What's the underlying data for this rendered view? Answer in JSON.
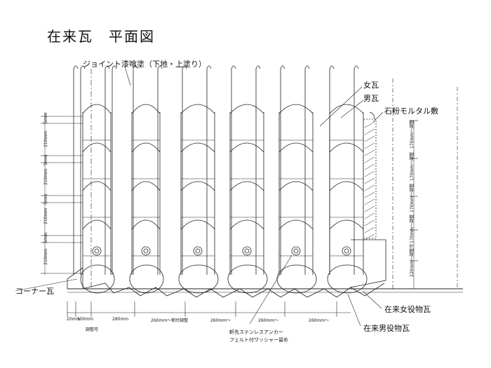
{
  "title": "在来瓦　平面図",
  "labels": {
    "joint": "ジョイント漆喰塗（下地・上塗り）",
    "megawara": "女瓦",
    "owagawara": "男瓦",
    "mortar": "石粉モルタル敷",
    "corner": "コーナー瓦",
    "onna_yakumono": "在来女役物瓦",
    "otoko_yakumono": "在来男役物瓦",
    "anchor_line1": "軒先ステンレスアンカー",
    "anchor_line2": "フェルト付ワッシャー留め"
  },
  "bottom_dims": {
    "d1": "20mm",
    "d2": "100mm",
    "adjust": "調整可",
    "d3": "280mm",
    "d4": "260mm～割付調整",
    "d5": "260mm～",
    "d6": "260mm～",
    "d7": "260mm～"
  },
  "left_dims": {
    "top": "5mm",
    "span1": "210mm",
    "g1": "5mm",
    "span2": "210mm",
    "g2": "5mm",
    "span3": "210mm",
    "g3": "5mm",
    "span4": "210mm"
  },
  "right_dims": {
    "r1": "170mm～調整",
    "r2": "170mm～調整",
    "r3": "170mm～調整",
    "r4": "170mm～調整",
    "r5": "220mm～調整可"
  }
}
